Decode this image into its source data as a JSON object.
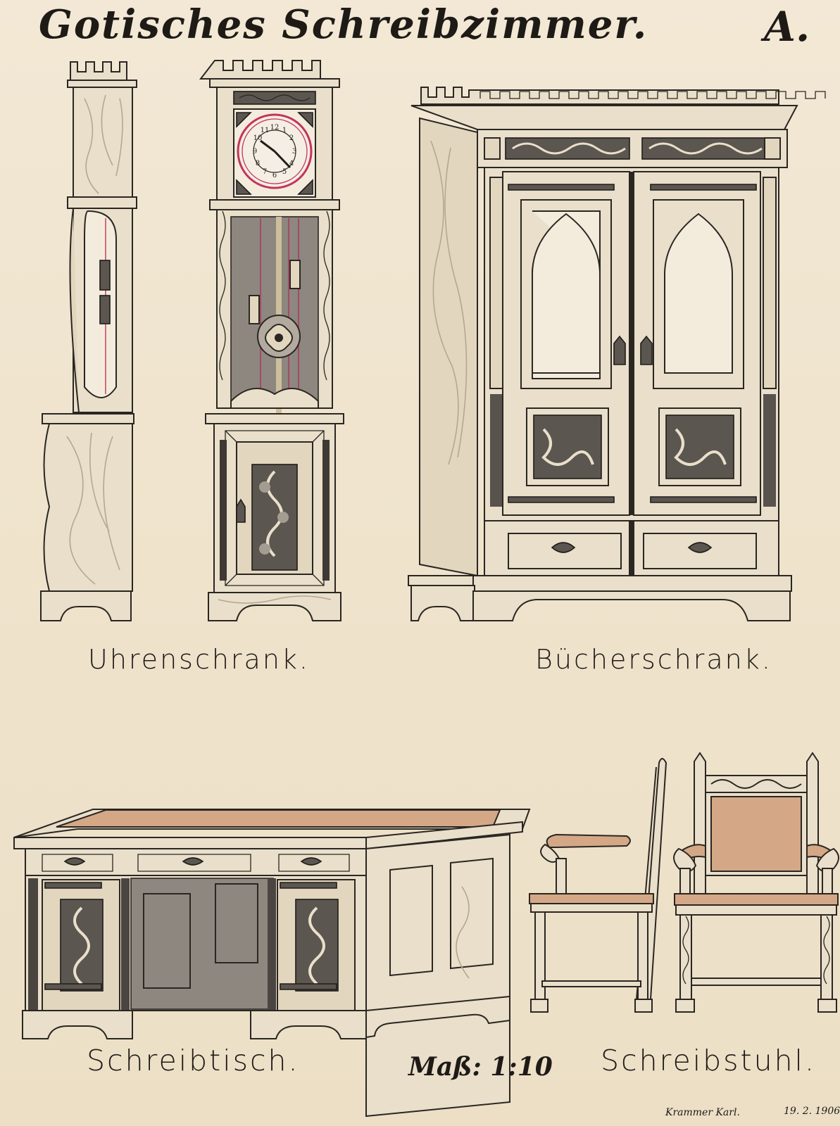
{
  "sheet": {
    "title": "Gotisches Schreibzimmer.",
    "plate_letter": "A.",
    "scale": "Maß: 1:10",
    "signature": "Krammer Karl.",
    "date": "19. 2. 1906."
  },
  "drawings": {
    "clock_cabinet_label": "Uhrenschrank.",
    "bookcase_label": "Bücherschrank.",
    "desk_label": "Schreibtisch.",
    "chair_label": "Schreibstuhl."
  },
  "clock_face": {
    "numerals": [
      "12",
      "1",
      "2",
      "3",
      "4",
      "5",
      "6",
      "7",
      "8",
      "9",
      "10",
      "11"
    ]
  },
  "colors": {
    "paper": "#efe4cf",
    "ink": "#1e1a16",
    "leather": "#d4a886",
    "clock_ring": "#c4345a"
  }
}
